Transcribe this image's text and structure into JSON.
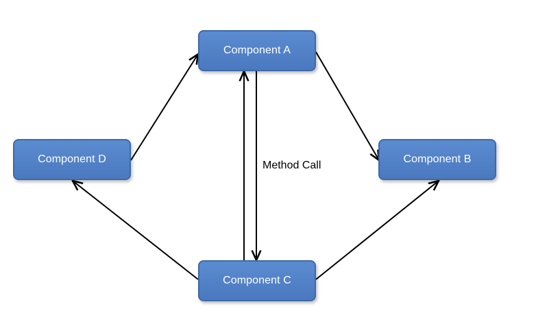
{
  "diagram": {
    "nodes": {
      "a": {
        "label": "Component A"
      },
      "b": {
        "label": "Component B"
      },
      "c": {
        "label": "Component C"
      },
      "d": {
        "label": "Component D"
      }
    },
    "edge_label": "Method Call",
    "edges": [
      {
        "from": "a",
        "to": "b"
      },
      {
        "from": "d",
        "to": "a"
      },
      {
        "from": "c",
        "to": "a"
      },
      {
        "from": "a",
        "to": "c"
      },
      {
        "from": "c",
        "to": "d"
      },
      {
        "from": "c",
        "to": "b"
      }
    ],
    "colors": {
      "node_fill": "#4f81bd",
      "node_border": "#3d6aa8",
      "node_text": "#ffffff",
      "edge": "#000000"
    }
  }
}
